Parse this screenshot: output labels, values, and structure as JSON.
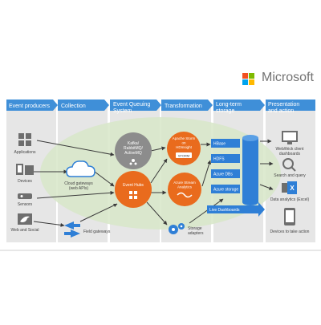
{
  "brand": {
    "name": "Microsoft",
    "colors": [
      "#f25022",
      "#7fba00",
      "#00a4ef",
      "#ffb900"
    ]
  },
  "colors": {
    "header": "#3f8fd8",
    "column": "#e6e6e6",
    "ellipse": "#d7e6c8",
    "hub": "#e96b1d",
    "gray_node": "#8c8c8c",
    "storage": "#2f7fd6",
    "icon": "#6e6e6e"
  },
  "columns": [
    {
      "title": "Event producers"
    },
    {
      "title": "Collection"
    },
    {
      "title": "Event Queuing System"
    },
    {
      "title": "Transformation"
    },
    {
      "title": "Long-term storage"
    },
    {
      "title": "Presentation and action"
    }
  ],
  "producers": [
    {
      "label": "Applications",
      "icon": "applications-icon"
    },
    {
      "label": "Devices",
      "icon": "devices-icon"
    },
    {
      "label": "Sensors",
      "icon": "sensor-icon"
    },
    {
      "label": "Web and Social",
      "icon": "bird-icon"
    }
  ],
  "collection": {
    "cloud_label": "Cloud gateways (web APIs)",
    "field_label": "Field gateways"
  },
  "queuing": {
    "kafka_label": "Kafka/ RabbitMQ/ ActiveMQ",
    "hubs_label": "Event Hubs"
  },
  "transformation": {
    "storm_label": "Apache Storm on HDInsight",
    "storm_logo": "STORM",
    "asa_label": "Azure Stream Analytics",
    "adapters_label": "Storage adapters"
  },
  "storage": {
    "items": [
      "HBase",
      "HDFS",
      "Azure DBs",
      "Azure storage"
    ],
    "dashboards_label": "Live Dashboards"
  },
  "presentation": [
    {
      "label": "Web/thick client dashboards",
      "icon": "dashboard-icon"
    },
    {
      "label": "Search and query",
      "icon": "search-icon"
    },
    {
      "label": "Data analytics (Excel)",
      "icon": "excel-icon"
    },
    {
      "label": "Devices to take action",
      "icon": "phone-icon"
    }
  ]
}
